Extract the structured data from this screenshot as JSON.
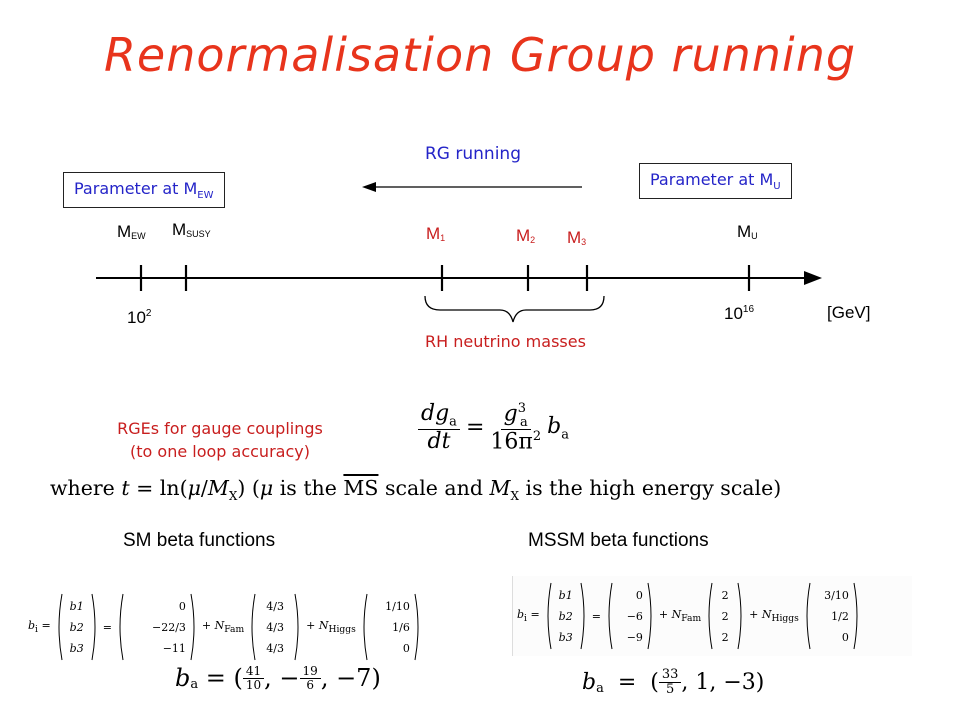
{
  "title": "Renormalisation Group  running",
  "arrow_label": "RG running",
  "box_left": {
    "text": "Parameter at M",
    "sub": "EW"
  },
  "box_right": {
    "text": "Parameter at M",
    "sub": "U"
  },
  "scales": {
    "mew": {
      "main": "M",
      "sub": "EW"
    },
    "msusy": {
      "main": "M",
      "sub": "SUSY"
    },
    "m1": {
      "main": "M",
      "sub": "1"
    },
    "m2": {
      "main": "M",
      "sub": "2"
    },
    "m3": {
      "main": "M",
      "sub": "3"
    },
    "mu": {
      "main": "M",
      "sub": "U"
    }
  },
  "axis": {
    "tick_low": {
      "base": "10",
      "exp": "2"
    },
    "tick_high": {
      "base": "10",
      "exp": "16"
    },
    "unit": "[GeV]"
  },
  "brace_label": "RH neutrino masses",
  "rge_label_1": "RGEs for gauge couplings",
  "rge_label_2": "(to one loop accuracy)",
  "equation": {
    "lhs_num": "dg",
    "lhs_sub": "a",
    "lhs_den": "dt",
    "rhs_num": "g",
    "rhs_num_sub": "a",
    "rhs_num_sup": "3",
    "rhs_den": "16π",
    "rhs_den_sup": "2",
    "rhs_tail": "b",
    "rhs_tail_sub": "a"
  },
  "where_line": {
    "w1": "where ",
    "t": "t",
    "w2": " = ln(",
    "mu": "μ",
    "w3": "/",
    "mx": "M",
    "mx_sub": "X",
    "w4": ")  (",
    "mu2": "μ",
    "w5": " is the ",
    "ms": "MS",
    "w6": " scale and ",
    "mx2": "M",
    "mx2_sub": "X",
    "w7": " is the high energy scale)"
  },
  "sm_heading": "SM beta functions",
  "mssm_heading": "MSSM beta functions",
  "sm_matrix": {
    "lhs": "b",
    "lhs_sub": "i",
    "vec": [
      "b1",
      "b2",
      "b3"
    ],
    "c0": [
      "0",
      "−22/3",
      "−11"
    ],
    "nfam": "N",
    "nfam_sub": "Fam",
    "c1": [
      "4/3",
      "4/3",
      "4/3"
    ],
    "nhiggs": "N",
    "nhiggs_sub": "Higgs",
    "c2": [
      "1/10",
      "1/6",
      "0"
    ]
  },
  "mssm_matrix": {
    "lhs": "b",
    "lhs_sub": "i",
    "vec": [
      "b1",
      "b2",
      "b3"
    ],
    "c0": [
      "0",
      "−6",
      "−9"
    ],
    "nfam": "N",
    "nfam_sub": "Fam",
    "c1": [
      "2",
      "2",
      "2"
    ],
    "nhiggs": "N",
    "nhiggs_sub": "Higgs",
    "c2": [
      "3/10",
      "1/2",
      "0"
    ]
  },
  "sm_ba": {
    "b": "b",
    "sub": "a",
    "eq": " = (",
    "f1n": "41",
    "f1d": "10",
    "sep": ", −",
    "f2n": "19",
    "f2d": "6",
    "tail": ", −7)"
  },
  "mssm_ba": {
    "b": "b",
    "sub": "a",
    "eq": "  =  (",
    "f1n": "33",
    "f1d": "5",
    "tail": ", 1, −3)"
  }
}
